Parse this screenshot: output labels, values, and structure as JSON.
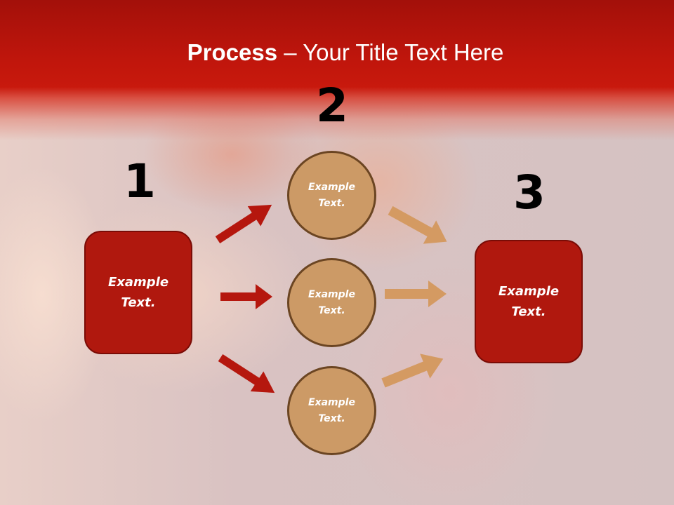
{
  "slide": {
    "title_bold": "Process",
    "title_rest": " – Your Title Text Here",
    "colors": {
      "header_red": "#c1160c",
      "box_fill": "#b0180e",
      "box_border": "#7a0c06",
      "circle_fill": "#cc9a66",
      "circle_border": "#6b4522",
      "left_arrow": "#b5170e",
      "right_arrow": "#d49a62"
    }
  },
  "steps": [
    {
      "number": "1",
      "label_line1": "Example",
      "label_line2": "Text."
    },
    {
      "number": "2",
      "label_line1": "Example",
      "label_line2": "Text."
    },
    {
      "number": "3",
      "label_line1": "Example",
      "label_line2": "Text."
    }
  ],
  "circles": [
    {
      "label_line1": "Example",
      "label_line2": "Text."
    },
    {
      "label_line1": "Example",
      "label_line2": "Text."
    },
    {
      "label_line1": "Example",
      "label_line2": "Text."
    }
  ]
}
